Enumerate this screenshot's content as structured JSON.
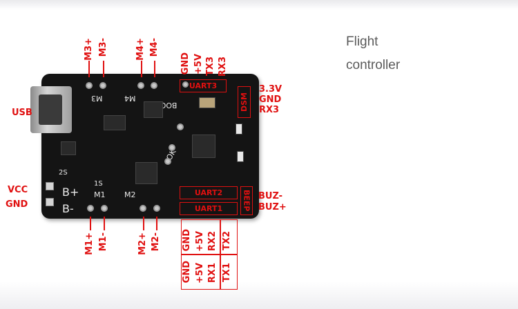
{
  "caption": {
    "line1": "Flight",
    "line2": "controller"
  },
  "top_pins": {
    "m3p": "M3+",
    "m3m": "M3-",
    "m4p": "M4+",
    "m4m": "M4-",
    "gnd": "GND",
    "p5v": "+5V",
    "tx3": "TX3",
    "rx3": "RX3"
  },
  "right_pins": {
    "v33": "3.3V",
    "gnd": "GND",
    "rx3": "RX3",
    "buzm": "BUZ-",
    "buzp": "BUZ+"
  },
  "left_pins": {
    "usb": "USB",
    "vcc": "VCC",
    "gnd": "GND"
  },
  "bottom_pins": {
    "m1p": "M1+",
    "m1m": "M1-",
    "m2p": "M2+",
    "m2m": "M2-"
  },
  "uart_table": {
    "row1": {
      "gnd": "GND",
      "p5v": "+5V",
      "rx": "RX2",
      "tx": "TX2"
    },
    "row2": {
      "gnd": "GND",
      "p5v": "+5V",
      "rx": "RX1",
      "tx": "TX1"
    }
  },
  "board_labels": {
    "uart3": "UART3",
    "uart2": "UART2",
    "uart1": "UART1",
    "dsm": "DSM",
    "beep": "BEEP",
    "bplus": "B+",
    "bminus": "B-",
    "m1": "M1",
    "m2": "M2",
    "m3": "M3",
    "m4": "M4",
    "boot": "BOOT",
    "ok": "OK",
    "s2": "2S",
    "s1": "1S"
  },
  "colors": {
    "accent": "#e01010",
    "board": "#141414",
    "caption": "#5a5a5a"
  }
}
